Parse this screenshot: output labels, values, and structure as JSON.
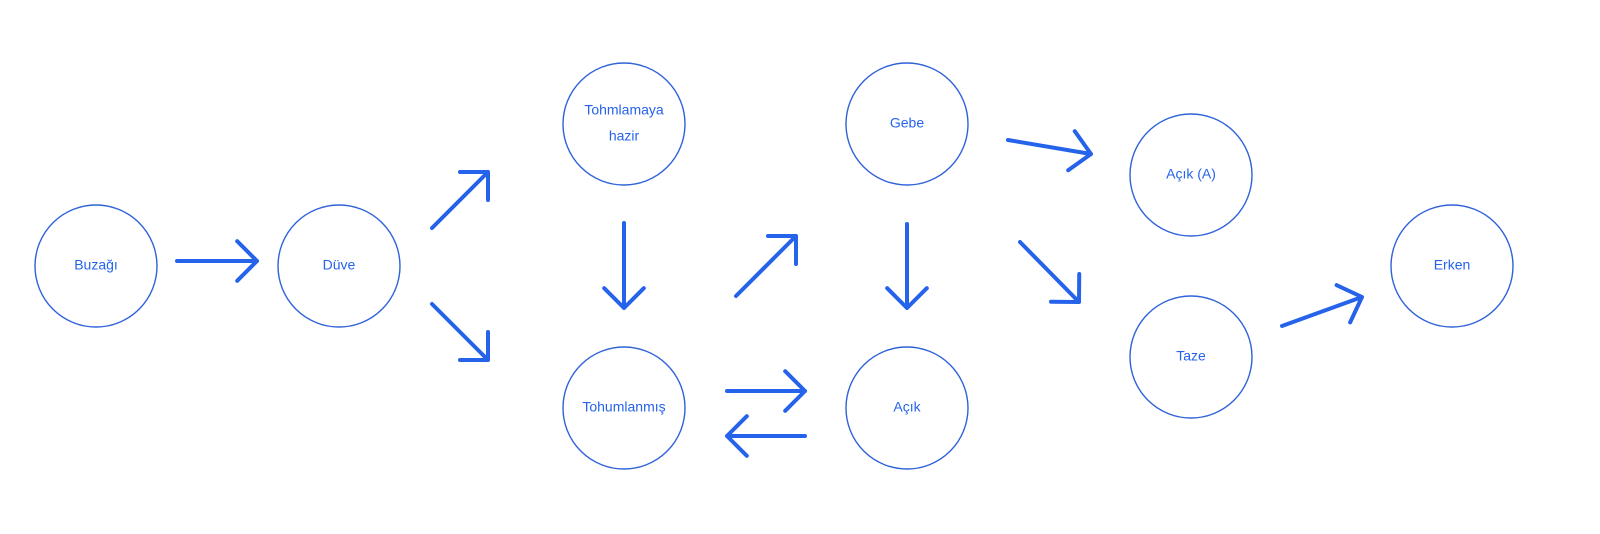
{
  "diagram": {
    "accent_color": "#2563eb",
    "nodes": [
      {
        "id": "buzagi",
        "lines": [
          "Buzağı"
        ]
      },
      {
        "id": "duve",
        "lines": [
          "Düve"
        ]
      },
      {
        "id": "tohmlamaya-hazir",
        "lines": [
          "Tohmlamaya",
          "hazir"
        ]
      },
      {
        "id": "tohumlanmis",
        "lines": [
          "Tohumlanmış"
        ]
      },
      {
        "id": "gebe",
        "lines": [
          "Gebe"
        ]
      },
      {
        "id": "acik",
        "lines": [
          "Açık"
        ]
      },
      {
        "id": "acik-a",
        "lines": [
          "Açık (A)"
        ]
      },
      {
        "id": "taze",
        "lines": [
          "Taze"
        ]
      },
      {
        "id": "erken",
        "lines": [
          "Erken"
        ]
      }
    ],
    "edges": [
      {
        "from": "buzagi",
        "to": "duve"
      },
      {
        "from": "duve",
        "to": "tohmlamaya-hazir"
      },
      {
        "from": "duve",
        "to": "tohumlanmis"
      },
      {
        "from": "tohmlamaya-hazir",
        "to": "tohumlanmis"
      },
      {
        "from": "tohumlanmis",
        "to": "gebe"
      },
      {
        "from": "tohumlanmis",
        "to": "acik"
      },
      {
        "from": "acik",
        "to": "tohumlanmis"
      },
      {
        "from": "gebe",
        "to": "acik"
      },
      {
        "from": "gebe",
        "to": "acik-a"
      },
      {
        "from": "gebe",
        "to": "taze"
      },
      {
        "from": "taze",
        "to": "erken"
      }
    ]
  }
}
